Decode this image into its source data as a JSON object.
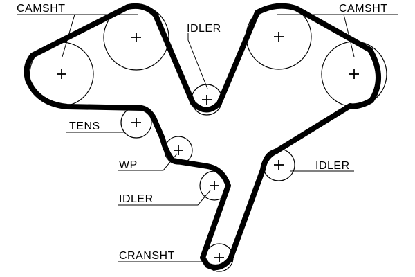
{
  "labels": {
    "camshaft_left": "CAMSHT",
    "camshaft_right": "CAMSHT",
    "idler_top": "IDLER",
    "tensioner": "TENS",
    "water_pump": "WP",
    "idler_lower_left": "IDLER",
    "idler_right": "IDLER",
    "crankshaft": "CRANSHT"
  },
  "colors": {
    "ink": "#000000",
    "paper": "#ffffff"
  }
}
